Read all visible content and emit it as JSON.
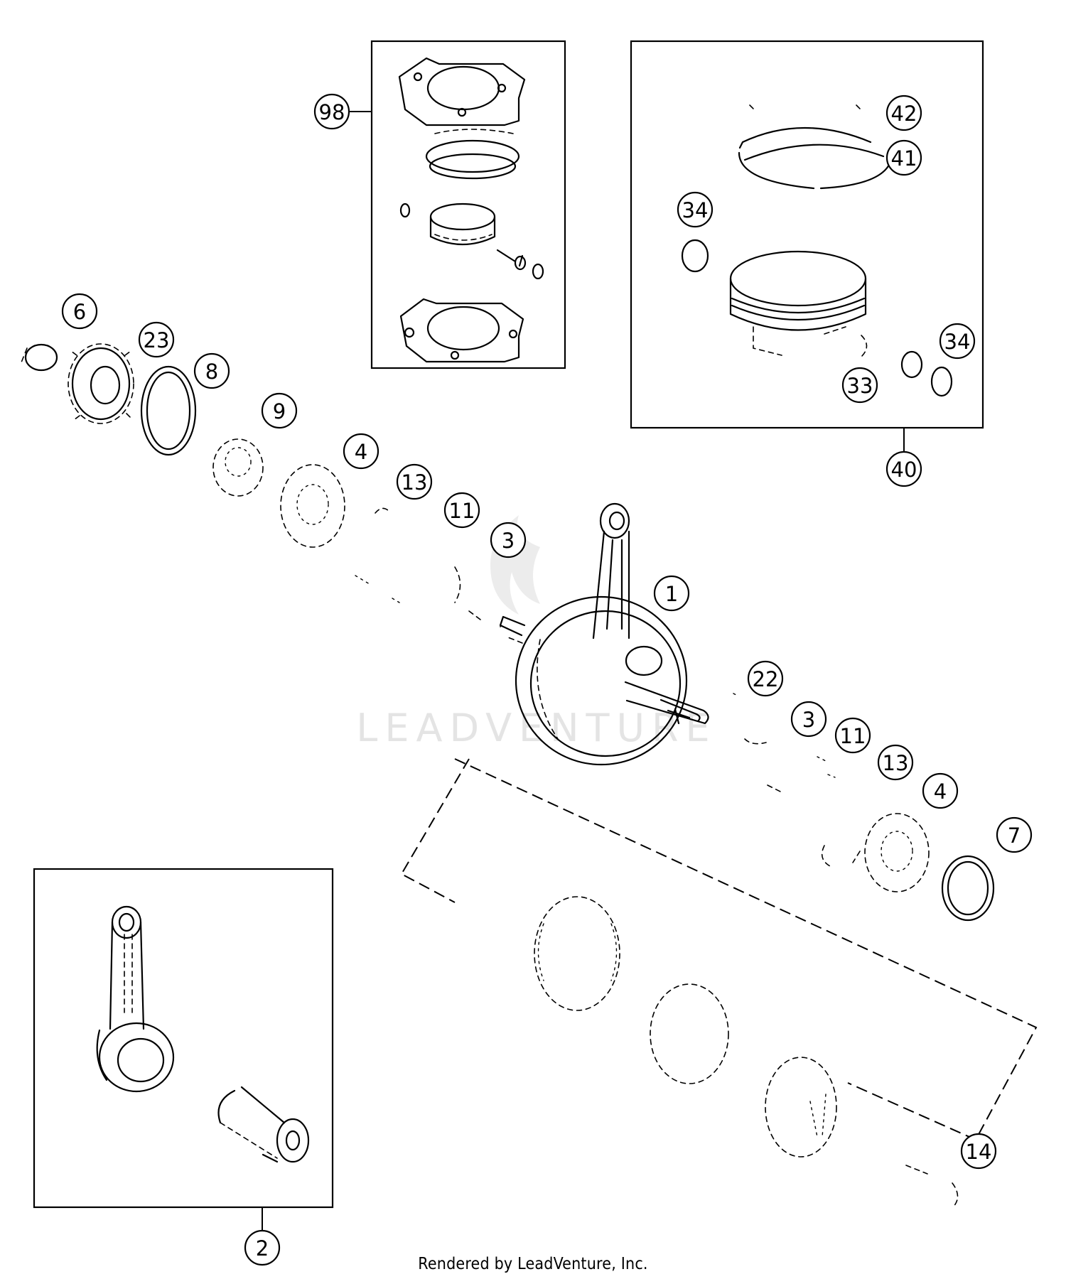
{
  "callouts": [
    {
      "id": "98",
      "label": "98"
    },
    {
      "id": "42",
      "label": "42"
    },
    {
      "id": "41",
      "label": "41"
    },
    {
      "id": "34a",
      "label": "34"
    },
    {
      "id": "34b",
      "label": "34"
    },
    {
      "id": "33",
      "label": "33"
    },
    {
      "id": "40",
      "label": "40"
    },
    {
      "id": "6",
      "label": "6"
    },
    {
      "id": "23",
      "label": "23"
    },
    {
      "id": "8",
      "label": "8"
    },
    {
      "id": "9",
      "label": "9"
    },
    {
      "id": "4a",
      "label": "4"
    },
    {
      "id": "13a",
      "label": "13"
    },
    {
      "id": "11a",
      "label": "11"
    },
    {
      "id": "3a",
      "label": "3"
    },
    {
      "id": "1",
      "label": "1"
    },
    {
      "id": "22",
      "label": "22"
    },
    {
      "id": "3b",
      "label": "3"
    },
    {
      "id": "11b",
      "label": "11"
    },
    {
      "id": "13b",
      "label": "13"
    },
    {
      "id": "4b",
      "label": "4"
    },
    {
      "id": "7",
      "label": "7"
    },
    {
      "id": "14",
      "label": "14"
    },
    {
      "id": "2",
      "label": "2"
    }
  ],
  "watermark": "LEADVENTURE",
  "footer": "Rendered by LeadVenture, Inc."
}
